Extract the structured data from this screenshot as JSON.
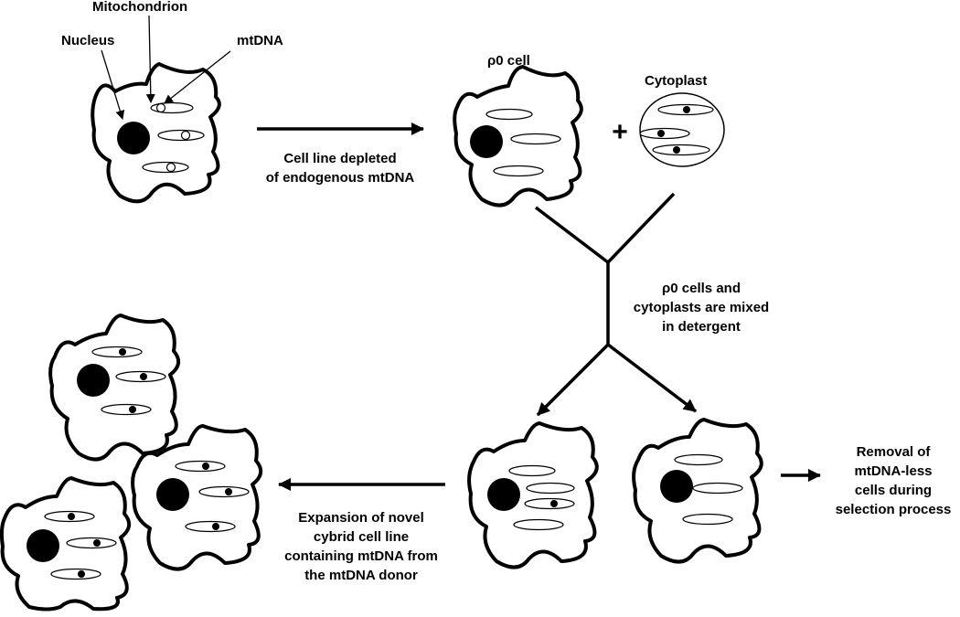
{
  "labels": {
    "nucleus": "Nucleus",
    "mitochondrion": "Mitochondrion",
    "mtdna": "mtDNA",
    "rho0_cell": "ρ0 cell",
    "cytoplast": "Cytoplast",
    "plus": "+",
    "depletion_1": "Cell line depleted",
    "depletion_2": "of endogenous mtDNA",
    "mix_1": "ρ0 cells and",
    "mix_2": "cytoplasts are mixed",
    "mix_3": "in detergent",
    "removal_1": "Removal of",
    "removal_2": "mtDNA-less",
    "removal_3": "cells during",
    "removal_4": "selection process",
    "expansion_1": "Expansion of novel",
    "expansion_2": "cybrid cell line",
    "expansion_3": "containing mtDNA from",
    "expansion_4": "the mtDNA donor"
  },
  "colors": {
    "stroke": "#000000",
    "fill": "#ffffff",
    "nucleus": "#000000"
  },
  "icons": {
    "cell": "irregular-cell-outline",
    "nucleus": "filled-circle",
    "mitochondrion": "ellipse",
    "mtdna": "small-circle"
  }
}
